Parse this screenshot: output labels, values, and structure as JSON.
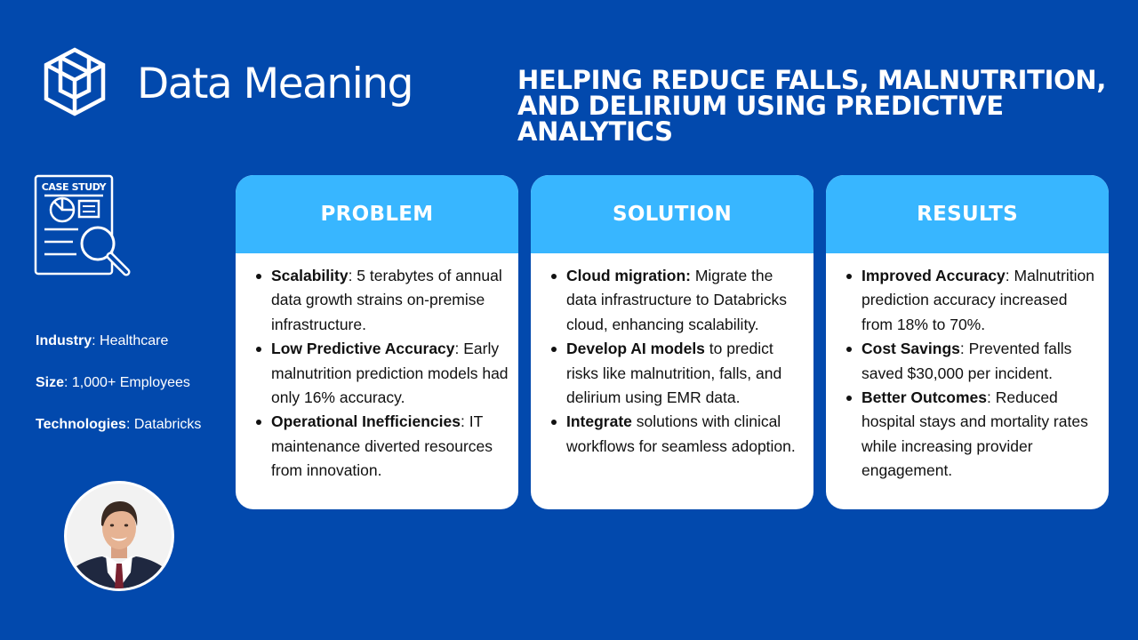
{
  "brand": {
    "name": "Data Meaning"
  },
  "headline": "HELPING REDUCE FALLS, MALNUTRITION, AND DELIRIUM USING PREDICTIVE ANALYTICS",
  "case_study_badge": "CASE STUDY",
  "meta": {
    "industry_label": "Industry",
    "industry_value": ": Healthcare",
    "size_label": "Size",
    "size_value": ": 1,000+ Employees",
    "technologies_label": "Technologies",
    "technologies_value": ": Databricks"
  },
  "colors": {
    "background": "#0249AD",
    "card_header": "#38B6FF",
    "card_body": "#FFFFFF"
  },
  "cards": [
    {
      "title": "PROBLEM",
      "items": [
        {
          "bold": "Scalability",
          "text": ": 5 terabytes of annual data growth strains on-premise infrastructure."
        },
        {
          "bold": "Low Predictive Accuracy",
          "text": ": Early malnutrition prediction models had only 16% accuracy."
        },
        {
          "bold": "Operational Inefficiencies",
          "text": ": IT maintenance diverted resources from innovation."
        }
      ]
    },
    {
      "title": "SOLUTION",
      "items": [
        {
          "bold": "Cloud migration:",
          "text": " Migrate the data infrastructure to Databricks cloud, enhancing scalability."
        },
        {
          "bold": "Develop AI models",
          "text": " to predict risks like malnutrition, falls, and delirium using EMR data."
        },
        {
          "bold": "Integrate",
          "text": " solutions with clinical workflows for seamless adoption."
        }
      ]
    },
    {
      "title": "RESULTS",
      "items": [
        {
          "bold": "Improved Accuracy",
          "text": ": Malnutrition prediction accuracy increased from 18% to 70%."
        },
        {
          "bold": "Cost Savings",
          "text": ": Prevented falls saved $30,000 per incident."
        },
        {
          "bold": "Better Outcomes",
          "text": ": Reduced hospital stays and mortality rates while increasing provider engagement."
        }
      ]
    }
  ]
}
